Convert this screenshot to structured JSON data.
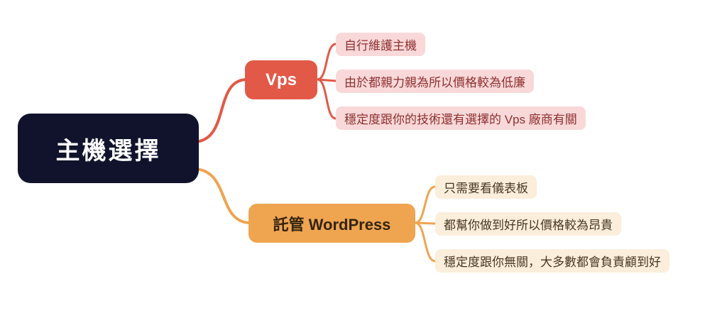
{
  "diagram": {
    "type": "mindmap",
    "root": {
      "label": "主機選擇",
      "bg": "#10132b",
      "text_color": "#ffffff"
    },
    "branches": [
      {
        "label": "Vps",
        "bg": "#e25948",
        "text_color": "#ffffff",
        "line_color": "#e25948",
        "child_bg": "#f9d8d9",
        "child_text_color": "#8d3130",
        "children": [
          {
            "label": "自行維護主機"
          },
          {
            "label": "由於都親力親為所以價格較為低廉"
          },
          {
            "label": "穩定度跟你的技術還有選擇的 Vps 廠商有關"
          }
        ]
      },
      {
        "label": "託管 WordPress",
        "bg": "#efa450",
        "text_color": "#33250f",
        "line_color": "#efa450",
        "child_bg": "#fbeedb",
        "child_text_color": "#473723",
        "children": [
          {
            "label": "只需要看儀表板"
          },
          {
            "label": "都幫你做到好所以價格較為昂貴"
          },
          {
            "label": "穩定度跟你無關，大多數都會負責顧到好"
          }
        ]
      }
    ]
  }
}
